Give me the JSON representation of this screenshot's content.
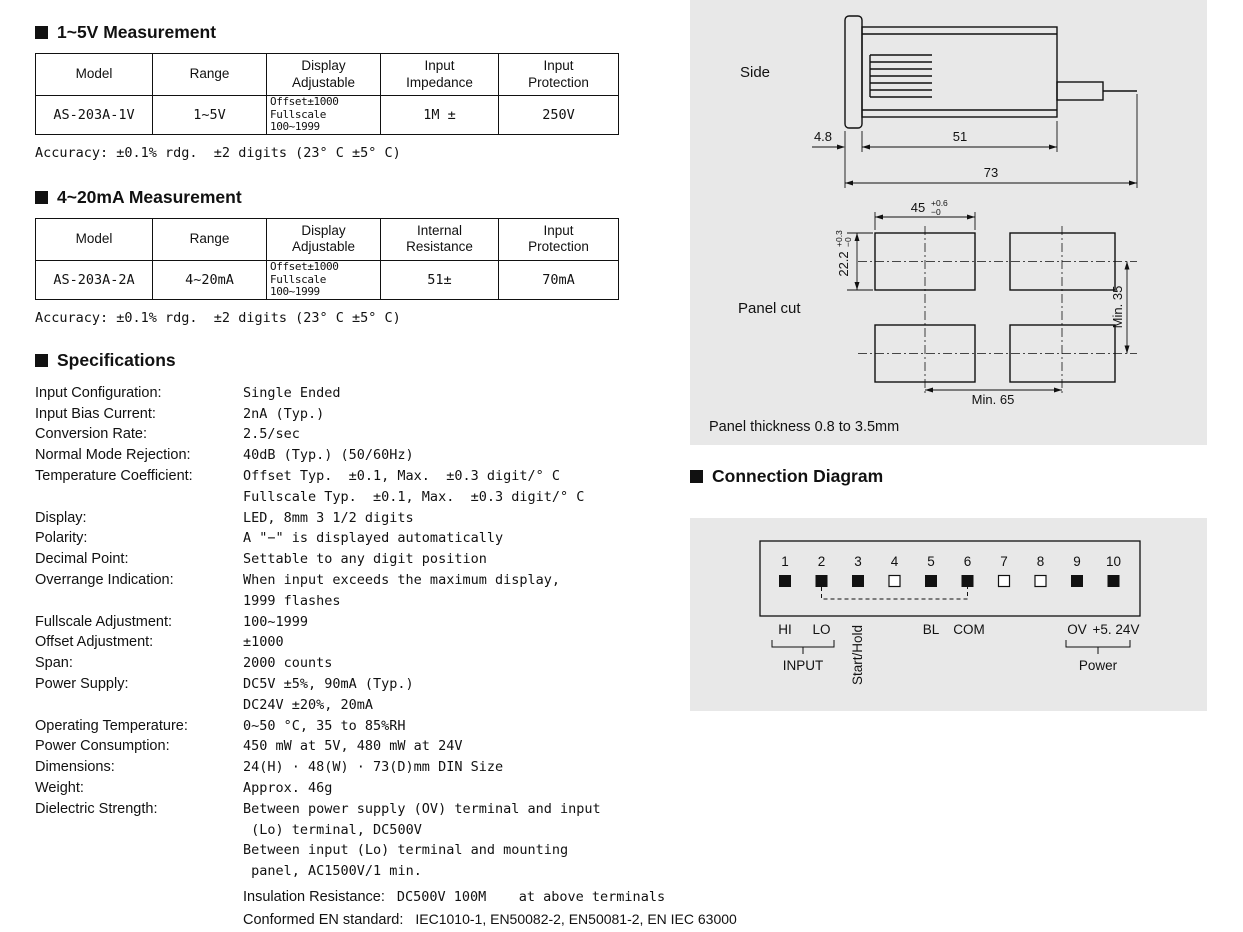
{
  "sections": {
    "v_measure": {
      "title": "1~5V Measurement",
      "accuracy": "Accuracy: ±0.1% rdg.  ±2 digits (23° C ±5° C)",
      "table": {
        "headers": [
          "Model",
          "Range",
          "Display\nAdjustable",
          "Input\nImpedance",
          "Input\nProtection"
        ],
        "rows": [
          [
            "AS-203A-1V",
            "1~5V",
            "Offset±1000\nFullscale 100~1999",
            "1M ±",
            "250V"
          ]
        ]
      }
    },
    "ma_measure": {
      "title": "4~20mA Measurement",
      "accuracy": "Accuracy: ±0.1% rdg.  ±2 digits (23° C ±5° C)",
      "table": {
        "headers": [
          "Model",
          "Range",
          "Display\nAdjustable",
          "Internal\nResistance",
          "Input\nProtection"
        ],
        "rows": [
          [
            "AS-203A-2A",
            "4~20mA",
            "Offset±1000\nFullscale 100~1999",
            "51±",
            "70mA"
          ]
        ]
      }
    },
    "specifications": {
      "title": "Specifications",
      "items": [
        {
          "label": "Input Configuration:",
          "value": "Single Ended"
        },
        {
          "label": "Input Bias Current:",
          "value": "2nA (Typ.)"
        },
        {
          "label": "Conversion Rate:",
          "value": "2.5/sec"
        },
        {
          "label": "Normal Mode Rejection:",
          "value": "40dB (Typ.) (50/60Hz)"
        },
        {
          "label": "Temperature Coefficient:",
          "value": "Offset Typ.  ±0.1, Max.  ±0.3 digit/° C\nFullscale Typ.  ±0.1, Max.  ±0.3 digit/° C"
        },
        {
          "label": "Display:",
          "value": "LED, 8mm 3 1/2 digits"
        },
        {
          "label": "Polarity:",
          "value": "A \"−\" is displayed automatically"
        },
        {
          "label": "Decimal Point:",
          "value": "Settable to any digit position"
        },
        {
          "label": "Overrange Indication:",
          "value": "When input exceeds the maximum display,\n1999 flashes"
        },
        {
          "label": "Fullscale Adjustment:",
          "value": "100~1999"
        },
        {
          "label": "Offset Adjustment:",
          "value": "±1000"
        },
        {
          "label": "Span:",
          "value": "2000 counts"
        },
        {
          "label": "Power Supply:",
          "value": "DC5V ±5%, 90mA (Typ.)\nDC24V ±20%, 20mA"
        },
        {
          "label": "Operating Temperature:",
          "value": "0~50 °C, 35 to 85%RH"
        },
        {
          "label": "Power Consumption:",
          "value": "450 mW at 5V, 480 mW at 24V"
        },
        {
          "label": "Dimensions:",
          "value": "24(H) · 48(W) · 73(D)mm DIN Size"
        },
        {
          "label": "Weight:",
          "value": "Approx. 46g"
        },
        {
          "label": "Dielectric Strength:",
          "value": "Between power supply (OV) terminal and input\n (Lo) terminal, DC500V\nBetween input (Lo) terminal and mounting\n panel, AC1500V/1 min."
        }
      ],
      "extra": [
        {
          "label": "Insulation Resistance:",
          "value": "DC500V 100M    at above terminals",
          "mono": true
        },
        {
          "label": "Conformed EN standard:",
          "value": "IEC1010-1, EN50082-2, EN50081-2, EN IEC 63000",
          "mono": false
        }
      ]
    },
    "connection": {
      "title": "Connection Diagram"
    }
  },
  "diagrams": {
    "side": {
      "label": "Side",
      "dim_bezel": "4.8",
      "dim_body": "51",
      "dim_total": "73"
    },
    "panel_cut": {
      "label": "Panel cut",
      "dim_width": "45",
      "dim_width_tol_plus": "+0.6",
      "dim_width_tol_minus": "−0",
      "dim_height": "22.2",
      "dim_height_tol_plus": "+0.3",
      "dim_height_tol_minus": "−0",
      "dim_min_v": "Min. 35",
      "dim_min_h": "Min. 65",
      "thickness_note": "Panel thickness 0.8 to 3.5mm"
    },
    "connection": {
      "pins": [
        {
          "n": "1",
          "filled": true
        },
        {
          "n": "2",
          "filled": true
        },
        {
          "n": "3",
          "filled": true
        },
        {
          "n": "4",
          "filled": false
        },
        {
          "n": "5",
          "filled": true
        },
        {
          "n": "6",
          "filled": true
        },
        {
          "n": "7",
          "filled": false
        },
        {
          "n": "8",
          "filled": false
        },
        {
          "n": "9",
          "filled": true
        },
        {
          "n": "10",
          "filled": true
        }
      ],
      "labels": {
        "hi": "HI",
        "lo": "LO",
        "start_hold": "Start/Hold",
        "bl": "BL",
        "com": "COM",
        "ov": "OV",
        "v524": "+5. 24V",
        "input": "INPUT",
        "power": "Power"
      }
    }
  }
}
